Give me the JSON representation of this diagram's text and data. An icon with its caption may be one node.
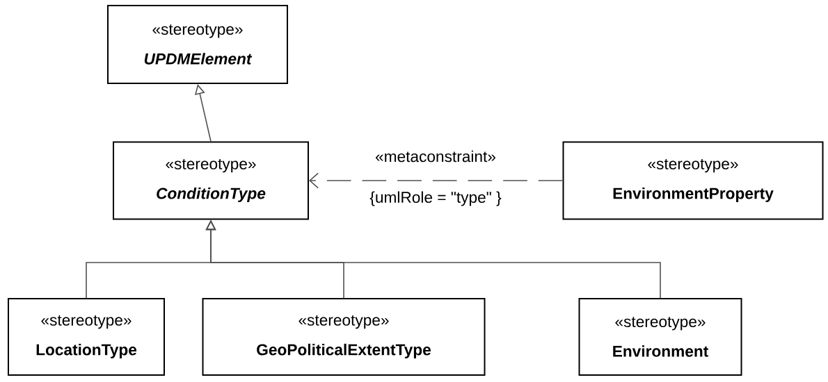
{
  "diagram": {
    "nodes": [
      {
        "text": [
          "«stereotype»",
          "UPDMElement"
        ]
      },
      {
        "text": [
          "«stereotype»",
          "ConditionType"
        ]
      },
      {
        "text": [
          "«stereotype»",
          "EnvironmentProperty"
        ]
      },
      {
        "text": [
          "«stereotype»",
          "LocationType"
        ]
      },
      {
        "text": [
          "«stereotype»",
          "GeoPoliticalExtentType"
        ]
      },
      {
        "text": [
          "«stereotype»",
          "Environment"
        ]
      }
    ],
    "edges": [
      {
        "from": 1,
        "to": 0,
        "arrow": "to"
      },
      {
        "from": 2,
        "to": 1,
        "arrow": "to",
        "style": "dashed",
        "label": "«metaconstraint»"
      },
      {
        "from": 3,
        "to": 1,
        "arrow": "to"
      },
      {
        "from": 4,
        "to": 1,
        "arrow": "to"
      },
      {
        "from": 5,
        "to": 1,
        "arrow": "to"
      }
    ],
    "labels": [
      "{umlRole = \"type\" }"
    ]
  }
}
